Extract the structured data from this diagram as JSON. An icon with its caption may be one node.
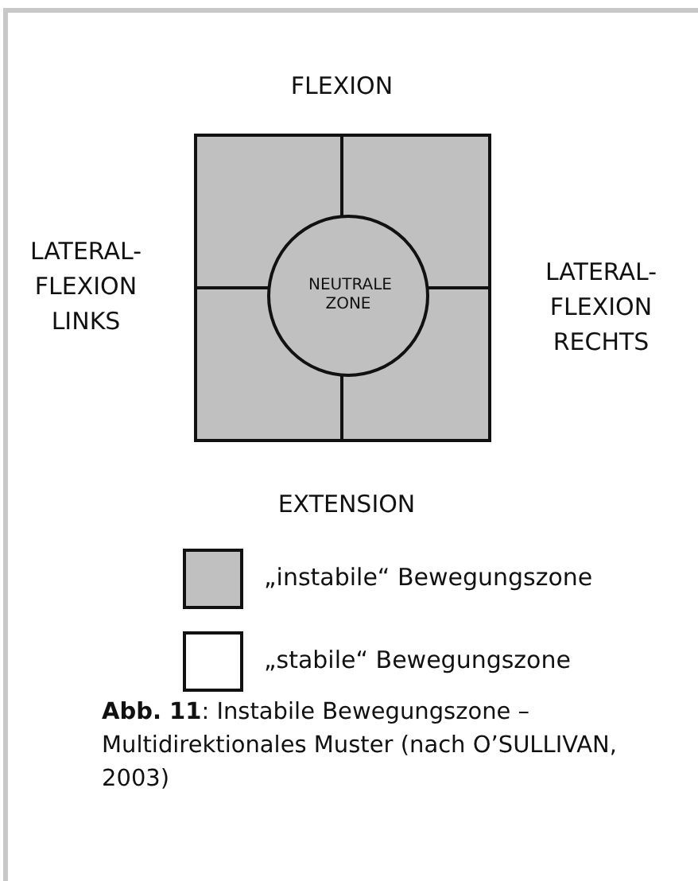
{
  "diagram": {
    "caption": "**Abb. 11**: Instabile Bewegungszone – Multidirektionales Muster (nach O’SULLIVAN, 2003)",
    "nodes": [
      {
        "text": [
          "NEUTRALE ZONE"
        ]
      }
    ],
    "labels": [
      "FLEXION",
      "LATERAL- FLEXION LINKS",
      "LATERAL- FLEXION RECHTS",
      "EXTENSION"
    ],
    "legend": [
      {
        "text": "„instabile“ Bewegungszone",
        "color": "#c0c0c0"
      },
      {
        "text": "„stabile“ Bewegungszone",
        "color": "#ffffff"
      }
    ]
  }
}
